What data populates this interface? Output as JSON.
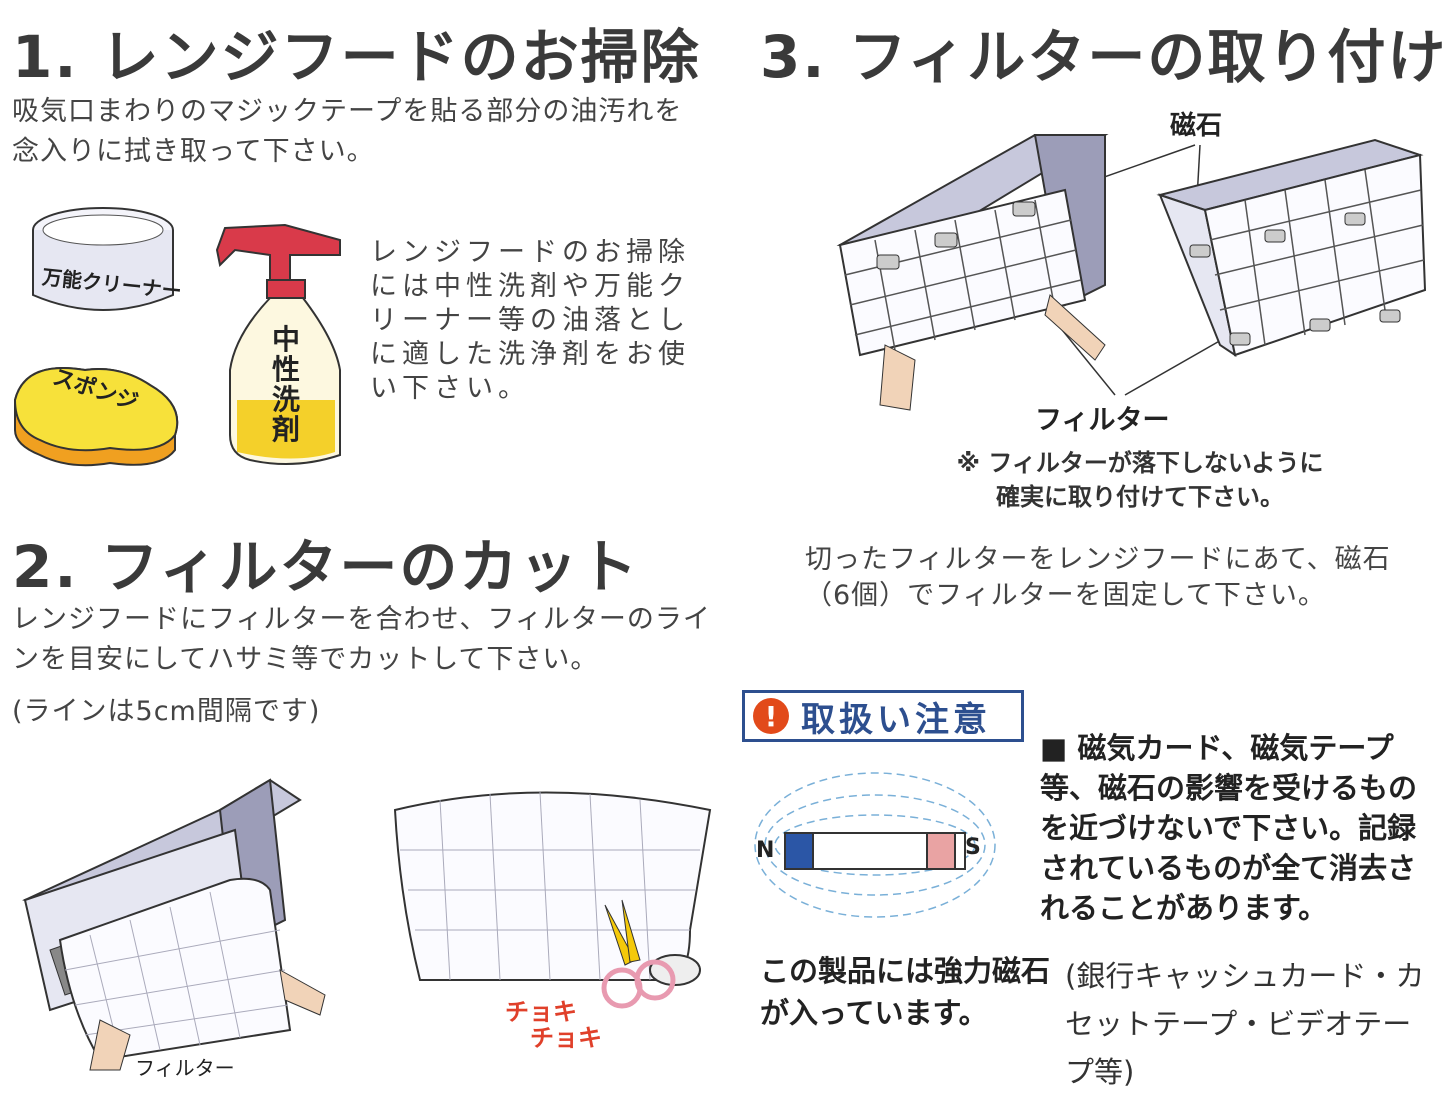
{
  "section1": {
    "title": "1. レンジフードのお掃除",
    "body": "吸気口まわりのマジックテープを貼る部分の油汚れを念入りに拭き取って下さい。",
    "side_note": "レンジフードのお掃除には中性洗剤や万能クリーナー等の油落としに適した洗浄剤をお使い下さい。",
    "cleaner_label": "万能クリーナー",
    "sponge_label": "スポンジ",
    "detergent_label": "中性洗剤"
  },
  "section2": {
    "title": "2. フィルターのカット",
    "body": "レンジフードにフィルターを合わせ、フィルターのラインを目安にしてハサミ等でカットして下さい。",
    "note": "(ラインは5cm間隔です)",
    "filter_label": "フィルター",
    "sound_1": "チョキ",
    "sound_2": "チョキ"
  },
  "section3": {
    "title": "3. フィルターの取り付け",
    "magnet_label": "磁石",
    "filter_label": "フィルター",
    "warning": "※ フィルターが落下しないように確実に取り付けて下さい。",
    "body": "切ったフィルターをレンジフードにあて、磁石（6個）でフィルターを固定して下さい。"
  },
  "caution": {
    "title": "取扱い注意",
    "n_label": "N",
    "s_label": "S",
    "magnet_text": "この製品には強力磁石が入っています。",
    "warning": "■ 磁気カード、磁気テープ等、磁石の影響を受けるものを近づけないで下さい。記録されているものが全て消去されることがあります。",
    "examples": "(銀行キャッシュカード・カセットテープ・ビデオテープ等)"
  },
  "colors": {
    "accent_blue": "#2d4f8f",
    "alert_orange": "#e24a1a",
    "scissors_text": "#e0402a"
  }
}
